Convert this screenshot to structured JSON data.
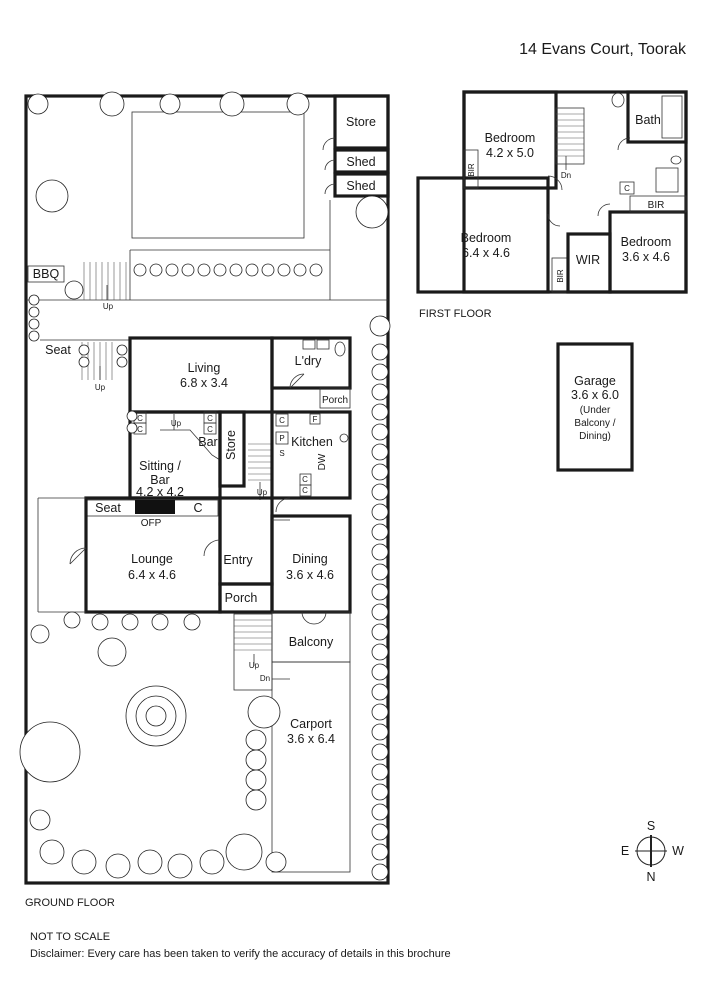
{
  "address": "14 Evans Court, Toorak",
  "ground_floor": {
    "caption": "GROUND FLOOR",
    "rooms": {
      "store": "Store",
      "shed1": "Shed",
      "shed2": "Shed",
      "bbq": "BBQ",
      "seat_garden": "Seat",
      "living_name": "Living",
      "living_size": "6.8 x 3.4",
      "laundry": "L'dry",
      "porch_side": "Porch",
      "bar": "Bar",
      "store_inner": "Store",
      "kitchen": "Kitchen",
      "sitting_name": "Sitting /",
      "sitting_name2": "Bar",
      "sitting_size": "4.2 x 4.2",
      "seat_lounge": "Seat",
      "ofp": "OFP",
      "lounge_name": "Lounge",
      "lounge_size": "6.4 x 4.6",
      "entry": "Entry",
      "dining_name": "Dining",
      "dining_size": "3.6 x 4.6",
      "porch_front": "Porch",
      "balcony": "Balcony",
      "carport_name": "Carport",
      "carport_size": "3.6 x 6.4"
    },
    "fixtures": {
      "c": "C",
      "f": "F",
      "p": "P",
      "s": "S",
      "dw": "DW",
      "up": "Up",
      "dn": "Dn"
    }
  },
  "first_floor": {
    "caption": "FIRST FLOOR",
    "rooms": {
      "bed1_name": "Bedroom",
      "bed1_size": "4.2 x 5.0",
      "bath": "Bath",
      "bir": "BIR",
      "bed2_name": "Bedroom",
      "bed2_size": "6.4 x 4.6",
      "wir": "WIR",
      "bed3_name": "Bedroom",
      "bed3_size": "3.6 x 4.6",
      "c": "C",
      "dn": "Dn"
    }
  },
  "garage": {
    "name": "Garage",
    "size": "3.6 x 6.0",
    "note1": "(Under",
    "note2": "Balcony /",
    "note3": "Dining)"
  },
  "compass": {
    "s": "S",
    "w": "W",
    "e": "E",
    "n": "N"
  },
  "notes": {
    "not_to_scale": "NOT TO SCALE",
    "disclaimer": "Disclaimer: Every care has been taken to verify the accuracy of details in this brochure"
  }
}
